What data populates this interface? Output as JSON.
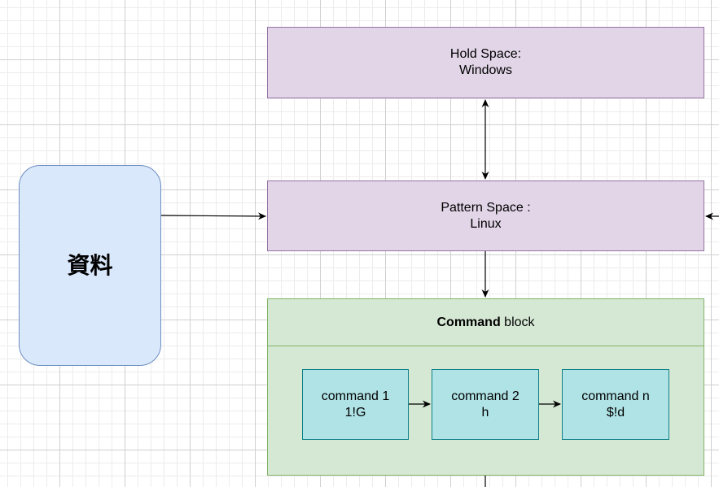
{
  "nodes": {
    "data": {
      "label": "資料"
    },
    "hold_space": {
      "line1": "Hold Space:",
      "line2": "Windows"
    },
    "pattern_space": {
      "line1": "Pattern Space :",
      "line2": "Linux"
    },
    "command_block": {
      "title_bold": "Command",
      "title_rest": " block"
    },
    "commands": [
      {
        "line1": "command 1",
        "line2": "1!G"
      },
      {
        "line1": "command 2",
        "line2": "h"
      },
      {
        "line1": "command n",
        "line2": "$!d"
      }
    ]
  },
  "colors": {
    "data_fill": "#dae8fc",
    "data_stroke": "#6c8ebf",
    "space_fill": "#e1d5e7",
    "space_stroke": "#9673a6",
    "block_fill": "#d5e8d4",
    "block_stroke": "#82b366",
    "command_fill": "#b0e3e6",
    "command_stroke": "#0e8088"
  }
}
